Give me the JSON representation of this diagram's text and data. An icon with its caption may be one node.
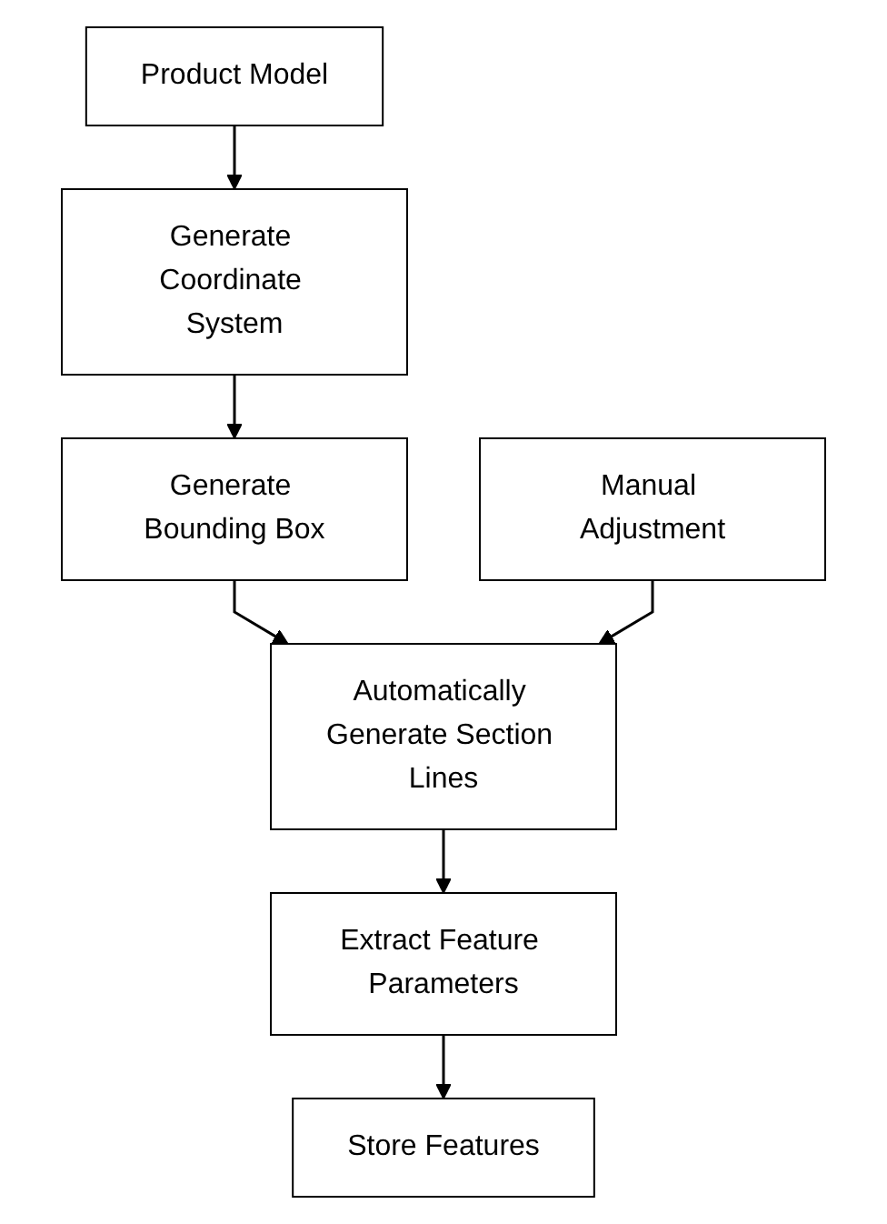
{
  "diagram": {
    "nodes": [
      {
        "text": [
          "Product Model"
        ]
      },
      {
        "text": [
          "Generate Coordinate System"
        ]
      },
      {
        "text": [
          "Generate Bounding Box"
        ]
      },
      {
        "text": [
          "Manual Adjustment"
        ]
      },
      {
        "text": [
          "Automatically Generate Section Lines"
        ]
      },
      {
        "text": [
          "Extract Feature Parameters"
        ]
      },
      {
        "text": [
          "Store Features"
        ]
      }
    ],
    "edges": [
      {
        "from": 0,
        "to": 1,
        "arrow": "to"
      },
      {
        "from": 1,
        "to": 2,
        "arrow": "to"
      },
      {
        "from": 2,
        "to": 4,
        "arrow": "to"
      },
      {
        "from": 3,
        "to": 4,
        "arrow": "to"
      },
      {
        "from": 4,
        "to": 5,
        "arrow": "to"
      },
      {
        "from": 5,
        "to": 6,
        "arrow": "to"
      }
    ]
  }
}
